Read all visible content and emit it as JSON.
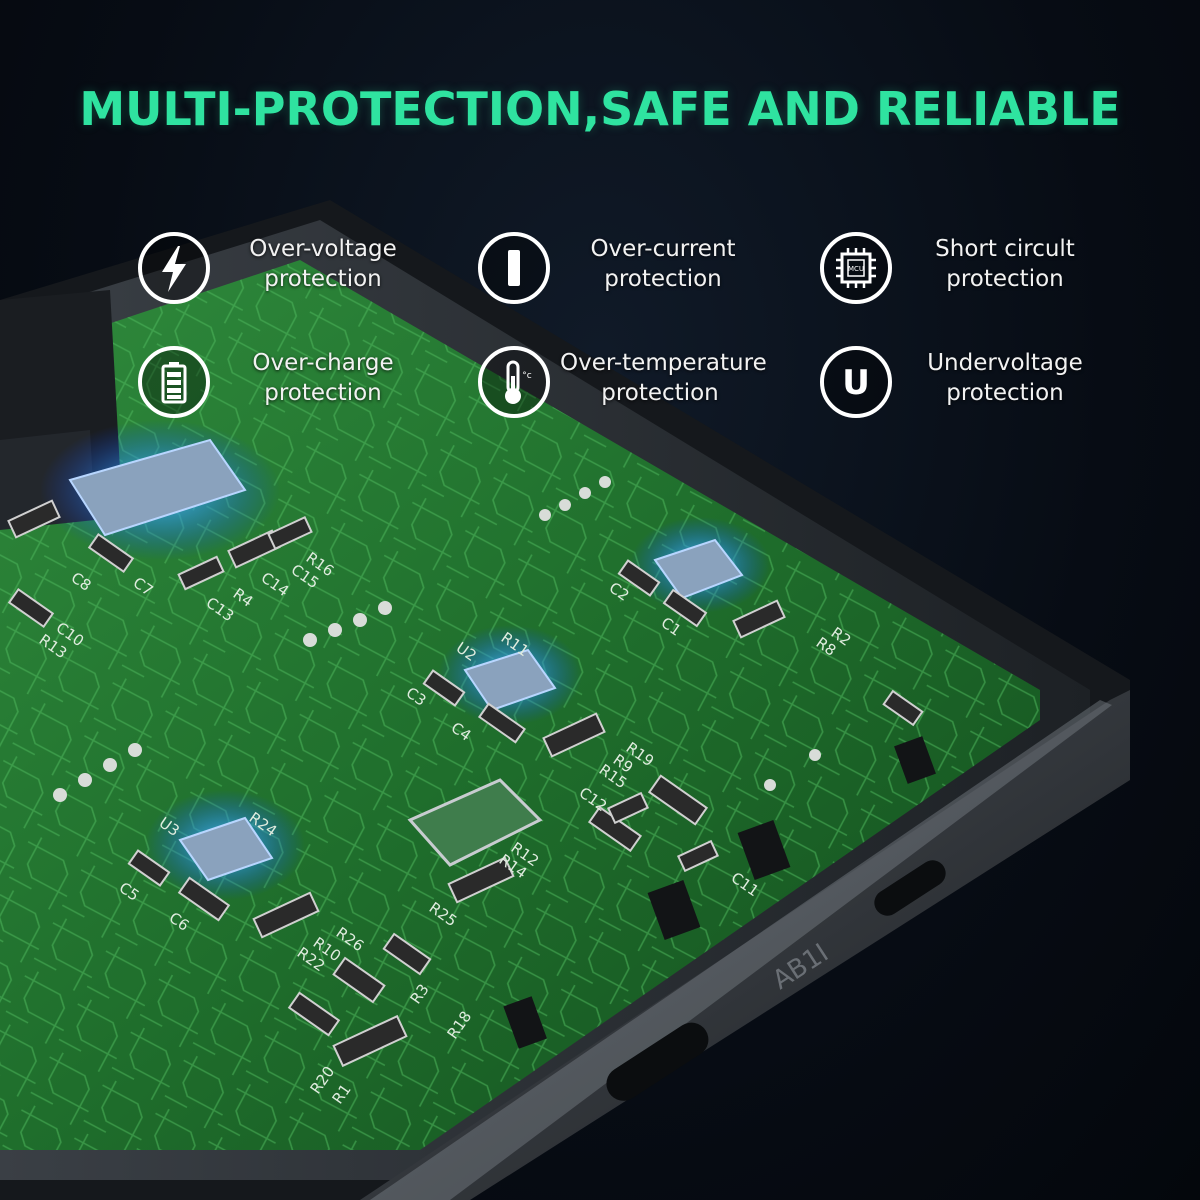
{
  "headline": "MULTI-PROTECTION,SAFE AND RELIABLE",
  "accent_color": "#2fe3a0",
  "features": [
    {
      "icon": "lightning-bolt-icon",
      "line1": "Over-voltage",
      "line2": "protection"
    },
    {
      "icon": "current-bar-icon",
      "line1": "Over-current",
      "line2": "protection"
    },
    {
      "icon": "mcu-chip-icon",
      "line1": "Short circult",
      "line2": "protection",
      "chip_text": "MCU"
    },
    {
      "icon": "battery-icon",
      "line1": "Over-charge",
      "line2": "protection"
    },
    {
      "icon": "thermometer-icon",
      "line1": "Over-temperature",
      "line2": "protection",
      "unit": "°c"
    },
    {
      "icon": "letter-u-icon",
      "line1": "Undervoltage",
      "line2": "protection",
      "glyph": "U"
    }
  ],
  "board_labels": [
    "R16",
    "C15",
    "C14",
    "C13",
    "R4",
    "C7",
    "C8",
    "C10",
    "R13",
    "C2",
    "C1",
    "U2",
    "R11",
    "C3",
    "C4",
    "R19",
    "R9",
    "R15",
    "C12",
    "R8",
    "R2",
    "U3",
    "R24",
    "C5",
    "C6",
    "R26",
    "R10",
    "R22",
    "R3",
    "R18",
    "R25",
    "R12",
    "R20",
    "R1",
    "R14",
    "C11"
  ],
  "case_marking": "AB1I"
}
